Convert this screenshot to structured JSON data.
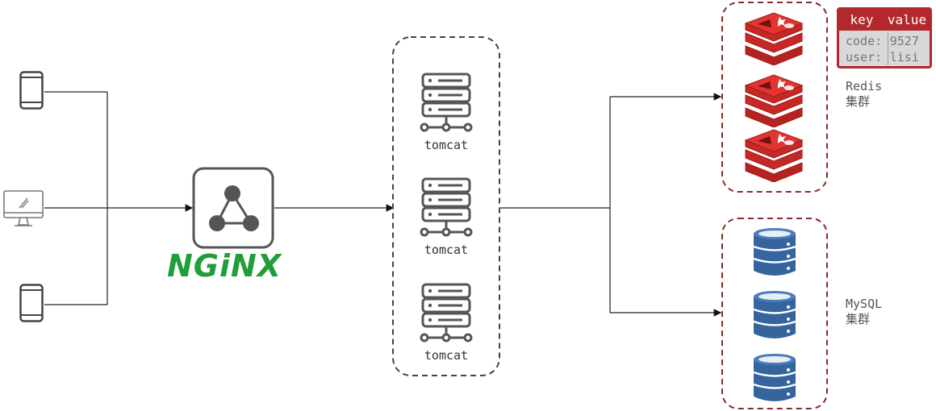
{
  "nginx": {
    "logo_text": "NGiNX"
  },
  "tomcat": {
    "labels": [
      "tomcat",
      "tomcat",
      "tomcat"
    ]
  },
  "redis": {
    "label_line1": "Redis",
    "label_line2": "集群"
  },
  "mysql": {
    "label_line1": "MySQL",
    "label_line2": "集群"
  },
  "kv_table": {
    "headers": [
      "key",
      "value"
    ],
    "rows": [
      {
        "key": "code:",
        "value": "9527"
      },
      {
        "key": "user:",
        "value": "lisi"
      }
    ]
  },
  "colors": {
    "redis_red": "#d62a28",
    "mysql_blue": "#36659e",
    "nginx_green": "#1f9e3a",
    "cluster_border": "#8a2a2a"
  }
}
